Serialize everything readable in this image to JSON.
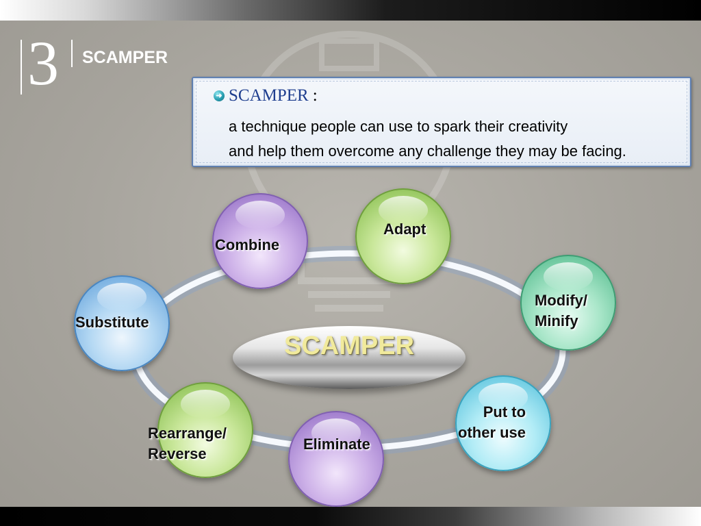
{
  "slide": {
    "section_number": "3",
    "section_title": "SCAMPER"
  },
  "definition": {
    "term": "SCAMPER",
    "colon": ":",
    "line1": "a technique people can use to spark their creativity",
    "line2": "and help them overcome any challenge they may be facing."
  },
  "diagram": {
    "hub_label": "SCAMPER",
    "nodes": [
      {
        "key": "combine",
        "label": "Combine",
        "color": "purple"
      },
      {
        "key": "adapt",
        "label": "Adapt",
        "color": "green"
      },
      {
        "key": "modify",
        "label": "Modify/\nMinify",
        "color": "teal"
      },
      {
        "key": "put_to_other_use",
        "label": "Put to\nother use",
        "color": "cyan"
      },
      {
        "key": "eliminate",
        "label": "Eliminate",
        "color": "purple"
      },
      {
        "key": "rearrange",
        "label": "Rearrange/\nReverse",
        "color": "green"
      },
      {
        "key": "substitute",
        "label": "Substitute",
        "color": "blue"
      }
    ]
  },
  "colors": {
    "background": "#a9a69f",
    "title_text": "#ffffff",
    "term_text": "#1f3f8f",
    "hub_text": "#f1ea9c",
    "box_border": "#5f7fb0"
  }
}
